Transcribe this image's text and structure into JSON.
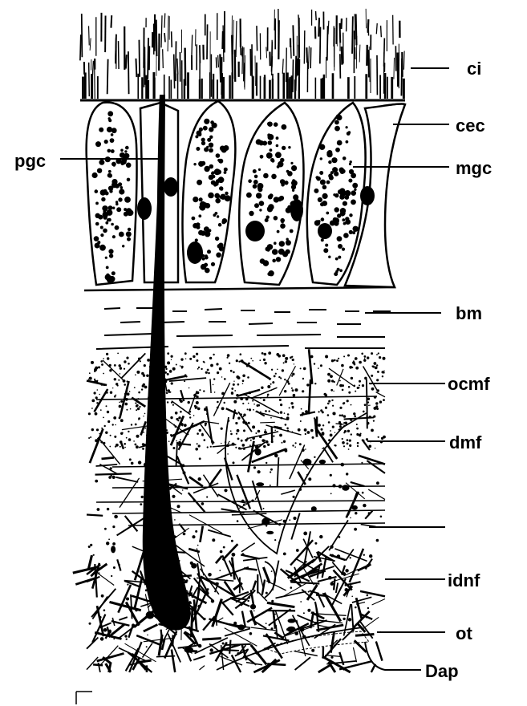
{
  "labels": {
    "ci": "ci",
    "cec": "cec",
    "pgc": "pgc",
    "mgc": "mgc",
    "bm": "bm",
    "ocmf": "ocmf",
    "dmf": "dmf",
    "idnf": "idnf",
    "ot": "ot",
    "dap": "Dap"
  },
  "colors": {
    "ink": "#000000",
    "paper": "#ffffff"
  }
}
